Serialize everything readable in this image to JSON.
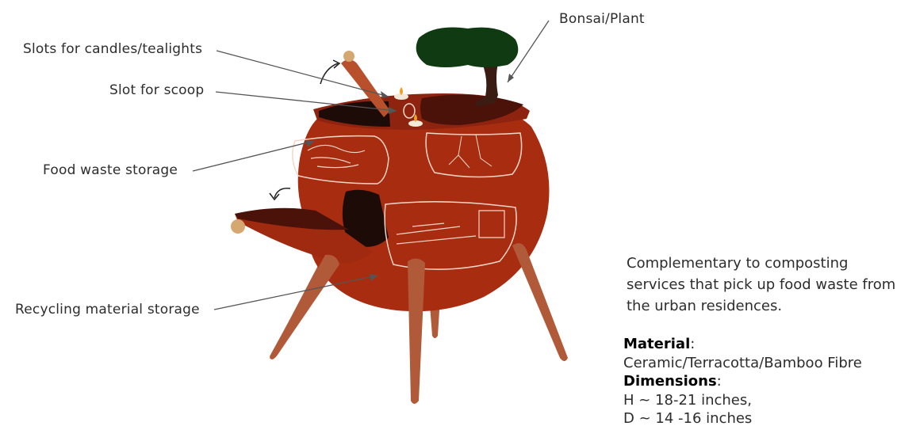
{
  "callouts": {
    "slots": "Slots for candles/tealights",
    "scoop": "Slot for scoop",
    "food_waste": "Food waste storage",
    "recycling": "Recycling material storage",
    "bonsai": "Bonsai/Plant"
  },
  "description": "Complementary to composting services that pick up food waste from the urban residences.",
  "specs": {
    "material_label": "Material",
    "material_value": "Ceramic/Terracotta/Bamboo Fibre",
    "dimensions_label": "Dimensions",
    "height": "H ~ 18-21 inches,",
    "diameter": "D ~ 14 -16 inches"
  },
  "colors": {
    "body": "#a82c10",
    "legs": "#b15a3a",
    "tree_canopy": "#0f3a12",
    "soil": "#4a1208"
  }
}
